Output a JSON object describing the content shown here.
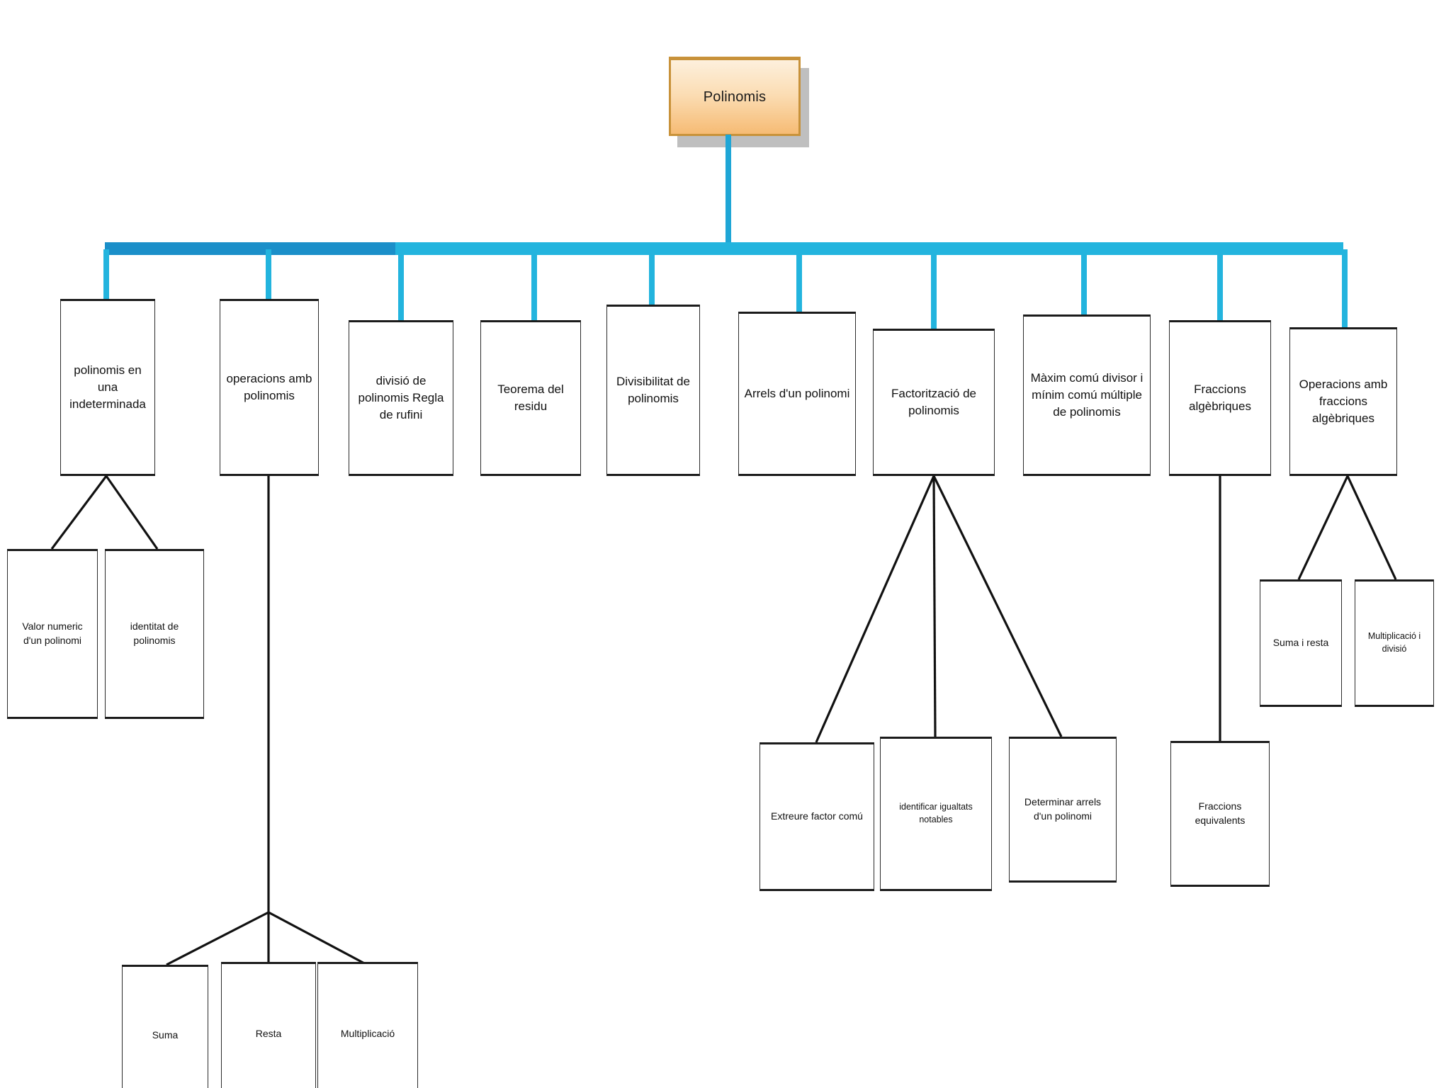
{
  "diagram": {
    "title": "Polinomis",
    "type": "tree-mindmap",
    "language": "ca",
    "colors": {
      "root_fill_top": "#fdf0dd",
      "root_fill_bottom": "#f6bb74",
      "root_border": "#c8923a",
      "root_shadow": "#bfbfbf",
      "connector_blue_dark": "#1b8fc9",
      "connector_blue_light": "#23b4de",
      "node_border": "#1b1b1b",
      "node_fill": "#ffffff",
      "link_black": "#111111",
      "background": "#ffffff"
    },
    "root": {
      "label": "Polinomis"
    },
    "level1": [
      {
        "id": "n1",
        "label": "polinomis en una indeterminada"
      },
      {
        "id": "n2",
        "label": "operacions amb polinomis"
      },
      {
        "id": "n3",
        "label": "divisió de polinomis Regla de rufini"
      },
      {
        "id": "n4",
        "label": "Teorema del residu"
      },
      {
        "id": "n5",
        "label": "Divisibilitat de polinomis"
      },
      {
        "id": "n6",
        "label": "Arrels d'un polinomi"
      },
      {
        "id": "n7",
        "label": "Factorització de polinomis"
      },
      {
        "id": "n8",
        "label": "Màxim comú divisor i mínim comú múltiple de polinomis"
      },
      {
        "id": "n9",
        "label": "Fraccions algèbriques"
      },
      {
        "id": "n10",
        "label": "Operacions amb fraccions algèbriques"
      }
    ],
    "level2": [
      {
        "id": "c1",
        "parent": "n1",
        "label": "Valor numeric d'un polinomi"
      },
      {
        "id": "c2",
        "parent": "n1",
        "label": "identitat de polinomis"
      },
      {
        "id": "c3",
        "parent": "n7",
        "label": "Extreure factor comú"
      },
      {
        "id": "c4",
        "parent": "n7",
        "label": "identificar igualtats notables"
      },
      {
        "id": "c5",
        "parent": "n7",
        "label": "Determinar arrels d'un polinomi"
      },
      {
        "id": "c6",
        "parent": "n9",
        "label": "Fraccions equivalents"
      },
      {
        "id": "c7",
        "parent": "n10",
        "label": "Suma i resta"
      },
      {
        "id": "c8",
        "parent": "n10",
        "label": "Multiplicació i divisió"
      },
      {
        "id": "c9",
        "parent": "n2",
        "label": "Suma"
      },
      {
        "id": "c10",
        "parent": "n2",
        "label": "Resta"
      },
      {
        "id": "c11",
        "parent": "n2",
        "label": "Multiplicació"
      }
    ]
  }
}
